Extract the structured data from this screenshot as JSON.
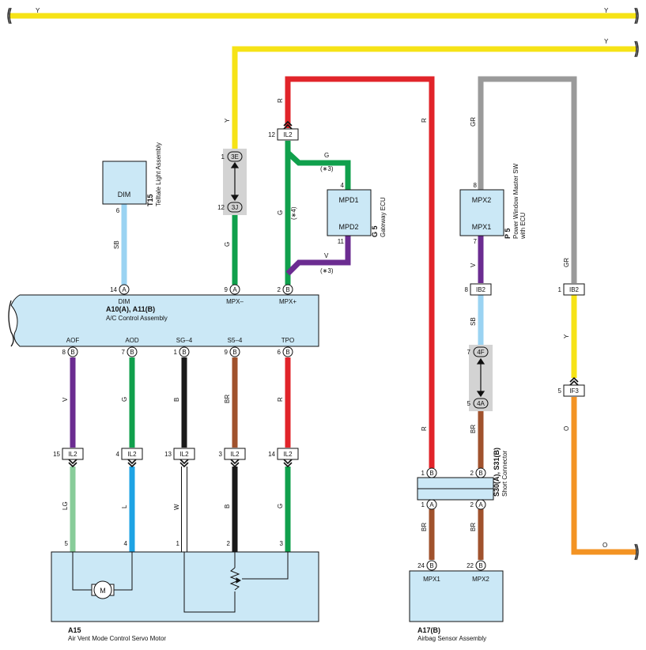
{
  "colors": {
    "Y": "#f6e316",
    "R": "#e1242a",
    "G": "#10a04c",
    "V": "#6b2c91",
    "SB": "#9ad3f2",
    "GR": "#9a9a9a",
    "BR": "#a0522d",
    "B": "#1a1a1a",
    "LG": "#88cc99",
    "L": "#1ea3e4",
    "W": "#ffffff",
    "O": "#f39323",
    "component_fill": "#cbe8f6",
    "connector_fill": "#d3d3d3"
  },
  "wire_labels": {
    "y_top_left": "Y",
    "y_top_right": "Y",
    "y_second_right": "Y",
    "y_mid": "Y",
    "y_ib2": "Y",
    "r_left": "R",
    "r_right": "R",
    "r_tpo": "R",
    "r_s30": "R",
    "g_main": "G",
    "g_gw": "G",
    "g_3j": "G",
    "g_aod": "G",
    "g_tpo_bottom": "G",
    "v_gw": "V",
    "v_aof": "V",
    "v_p5": "V",
    "sb_dim": "SB",
    "sb_p5": "SB",
    "gr_left": "GR",
    "gr_right": "GR",
    "br_s5": "BR",
    "br_4a": "BR",
    "br_a1": "BR",
    "br_a2": "BR",
    "b_sg4": "B",
    "b_il2": "B",
    "lg": "LG",
    "l": "L",
    "w": "W",
    "o_left": "O",
    "o_right": "O"
  },
  "notes": {
    "star3_top": "(∗3)",
    "star4": "(∗4)",
    "star3_bottom": "(∗3)"
  },
  "components": {
    "t15": {
      "code": "T15",
      "name": "Telltale Light Assembly",
      "terminal": "DIM",
      "pin": "6"
    },
    "g5": {
      "code": "G 5",
      "name": "Gateway ECU",
      "t1": "MPD1",
      "t2": "MPD2",
      "p1": "4",
      "p2": "11"
    },
    "p5": {
      "code": "P 5",
      "name1": "Power Window Master SW",
      "name2": "with ECU",
      "t1": "MPX2",
      "t2": "MPX1",
      "p1": "8",
      "p2": "7"
    },
    "ac": {
      "code": "A10(A), A11(B)",
      "name": "A/C Control Assembly",
      "top_terms": [
        "DIM",
        "MPX–",
        "MPX+"
      ],
      "top_pins": [
        {
          "n": "14",
          "s": "A"
        },
        {
          "n": "9",
          "s": "A"
        },
        {
          "n": "2",
          "s": "B"
        }
      ],
      "bottom_terms": [
        "AOF",
        "AOD",
        "SG–4",
        "S5–4",
        "TPO"
      ],
      "bottom_pins": [
        {
          "n": "8",
          "s": "B"
        },
        {
          "n": "7",
          "s": "B"
        },
        {
          "n": "1",
          "s": "B"
        },
        {
          "n": "9",
          "s": "B"
        },
        {
          "n": "6",
          "s": "B"
        }
      ]
    },
    "a15": {
      "code": "A15",
      "name": "Air Vent Mode Control Servo Motor",
      "motor": "M",
      "pins": [
        "5",
        "4",
        "1",
        "2",
        "3"
      ]
    },
    "s30": {
      "code": "S30(A), S31(B)",
      "name": "Short Connector",
      "top_pins": [
        {
          "n": "1",
          "s": "B"
        },
        {
          "n": "2",
          "s": "B"
        }
      ],
      "bottom_pins": [
        {
          "n": "1",
          "s": "A"
        },
        {
          "n": "2",
          "s": "A"
        }
      ]
    },
    "a17": {
      "code": "A17(B)",
      "name": "Airbag Sensor Assembly",
      "t1": "MPX1",
      "t2": "MPX2",
      "pins": [
        {
          "n": "24",
          "s": "B"
        },
        {
          "n": "22",
          "s": "B"
        }
      ]
    }
  },
  "connectors": {
    "il2_top": {
      "label": "IL2",
      "pin": "12"
    },
    "il2_row": [
      {
        "label": "IL2",
        "pin": "15"
      },
      {
        "label": "IL2",
        "pin": "4"
      },
      {
        "label": "IL2",
        "pin": "13"
      },
      {
        "label": "IL2",
        "pin": "3"
      },
      {
        "label": "IL2",
        "pin": "14"
      }
    ],
    "ib2_p5": {
      "label": "IB2",
      "pin": "8"
    },
    "ib2_right": {
      "label": "IB2",
      "pin": "1"
    },
    "if3": {
      "label": "IF3",
      "pin": "5"
    },
    "j3e": {
      "label": "3E",
      "pin": "1"
    },
    "j3j": {
      "label": "3J",
      "pin": "12"
    },
    "j4f": {
      "label": "4F",
      "pin": "7"
    },
    "j4a": {
      "label": "4A",
      "pin": "5"
    }
  }
}
